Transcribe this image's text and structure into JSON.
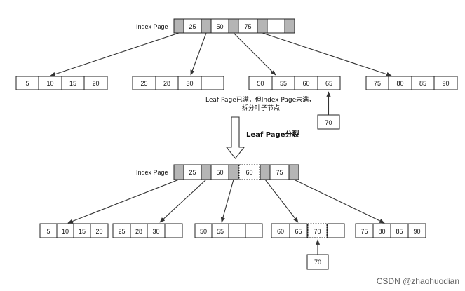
{
  "diagram": {
    "top": {
      "index_label": "Index Page",
      "index_keys": [
        "25",
        "50",
        "75"
      ],
      "leaves": [
        [
          "5",
          "10",
          "15",
          "20"
        ],
        [
          "25",
          "28",
          "30",
          ""
        ],
        [
          "50",
          "55",
          "60",
          "65"
        ],
        [
          "75",
          "80",
          "85",
          "90"
        ]
      ],
      "new_key": "70",
      "note_line1": "Leaf Page已满，但Index Page未满，",
      "note_line2": "拆分叶子节点"
    },
    "transition_label": "Leaf Page分裂",
    "bottom": {
      "index_label": "Index Page",
      "index_keys": [
        "25",
        "50",
        "60",
        "75"
      ],
      "leaves": [
        [
          "5",
          "10",
          "15",
          "20"
        ],
        [
          "25",
          "28",
          "30",
          ""
        ],
        [
          "50",
          "55",
          "",
          ""
        ],
        [
          "60",
          "65",
          "70",
          ""
        ],
        [
          "75",
          "80",
          "85",
          "90"
        ]
      ],
      "new_key": "70"
    },
    "watermark": "CSDN @zhaohuodian",
    "colors": {
      "pointer_fill": "#b5b5b5",
      "stroke": "#222222",
      "arrow": "#333333"
    }
  }
}
